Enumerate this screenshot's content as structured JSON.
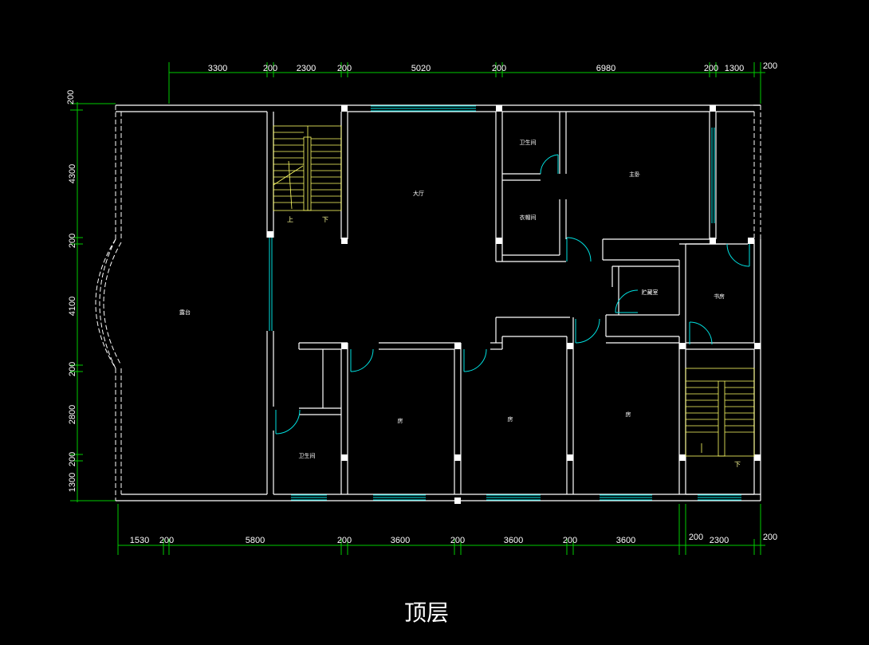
{
  "drawing_title": "顶层",
  "dimensions": {
    "top": [
      "3300",
      "200",
      "2300",
      "200",
      "5020",
      "200",
      "6980",
      "200",
      "1300",
      "200"
    ],
    "bottom": [
      "1530",
      "200",
      "5800",
      "200",
      "3600",
      "200",
      "3600",
      "200",
      "3600",
      "200",
      "2300",
      "200"
    ],
    "left": [
      "200",
      "4300",
      "200",
      "4100",
      "200",
      "2800",
      "200",
      "1300"
    ]
  },
  "rooms": {
    "terrace": "露台",
    "hall": "大厅",
    "master_bath": "卫生间",
    "cloakroom": "衣帽间",
    "master_bedroom": "主卧",
    "storage": "贮藏室",
    "study": "书房",
    "bedroom_1": "房",
    "bedroom_2": "房",
    "bedroom_3": "房",
    "bathroom": "卫生间"
  },
  "stairs": {
    "up": "上",
    "down": "下",
    "down_right": "下"
  },
  "colors": {
    "background": "#000000",
    "walls": "#ffffff",
    "dimension_lines": "#00cc00",
    "windows": "#00e0e0",
    "stairs": "#ffff66"
  }
}
